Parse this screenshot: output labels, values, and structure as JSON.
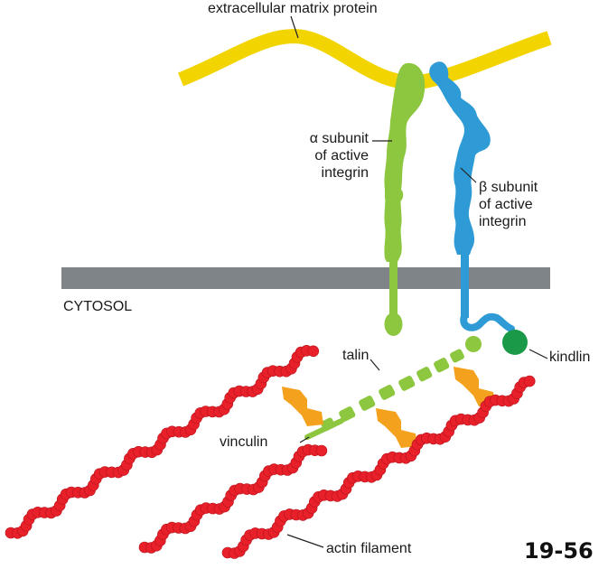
{
  "labels": {
    "ecm": "extracellular matrix protein",
    "alpha": "α subunit\nof active\nintegrin",
    "beta": "β subunit\nof active\nintegrin",
    "cytosol": "CYTOSOL",
    "talin": "talin",
    "kindlin": "kindlin",
    "vinculin": "vinculin",
    "actin": "actin filament",
    "figure_number": "19-56"
  },
  "colors": {
    "ecm_protein": "#f2d400",
    "alpha_subunit": "#8dc63f",
    "beta_subunit": "#2e9bd6",
    "membrane": "#7e8487",
    "kindlin": "#1a9a48",
    "talin": "#8dc63f",
    "vinculin": "#f4a21d",
    "actin": "#e8202a",
    "leader": "#222222"
  },
  "icons": {
    "actin_subunit": "red-circle",
    "talin_segment": "green-block",
    "vinculin": "orange-bowtie"
  }
}
